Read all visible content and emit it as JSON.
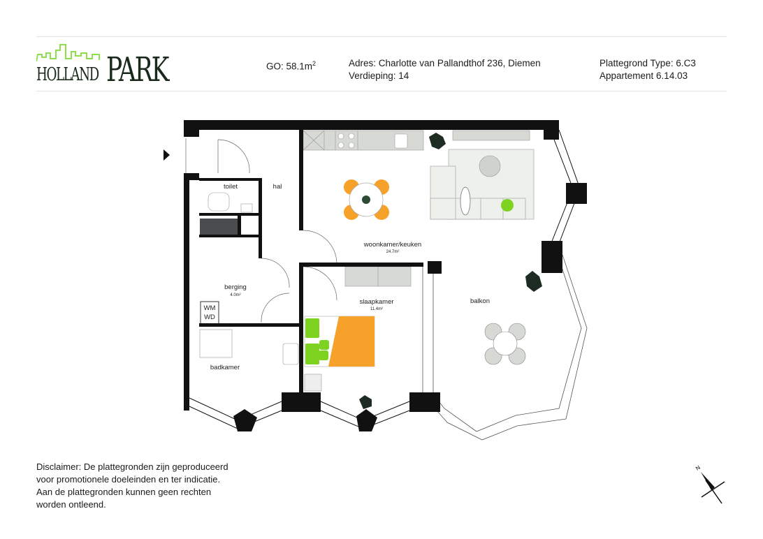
{
  "logo": {
    "word1": "HOLLAND",
    "word2": "PARK",
    "accent_color": "#8ee04a"
  },
  "header": {
    "go_label": "GO: 58.1m",
    "go_sup": "2",
    "address": "Adres: Charlotte van Pallandthof 236, Diemen",
    "floor": "Verdieping: 14",
    "plan_type": "Plattegrond Type: 6.C3",
    "apartment": "Appartement 6.14.03"
  },
  "rooms": {
    "toilet": "toilet",
    "hal": "hal",
    "berging": "berging",
    "berging_area": "4.0m²",
    "wm": "WM",
    "wd": "WD",
    "badkamer": "badkamer",
    "woonkamer": "woonkamer/keuken",
    "woonkamer_area": "24.7m²",
    "slaapkamer": "slaapkamer",
    "slaapkamer_area": "11.4m²",
    "balkon": "balkon"
  },
  "colors": {
    "wall": "#111111",
    "furniture": "#d6d9d4",
    "orange": "#f5a12a",
    "green": "#7ed321",
    "plant": "#1d2b22"
  },
  "compass": {
    "north": "N"
  },
  "disclaimer": [
    "Disclaimer: De plattegronden zijn geproduceerd",
    "voor promotionele doeleinden en ter indicatie.",
    "Aan de plattegronden kunnen geen rechten",
    "worden ontleend."
  ]
}
